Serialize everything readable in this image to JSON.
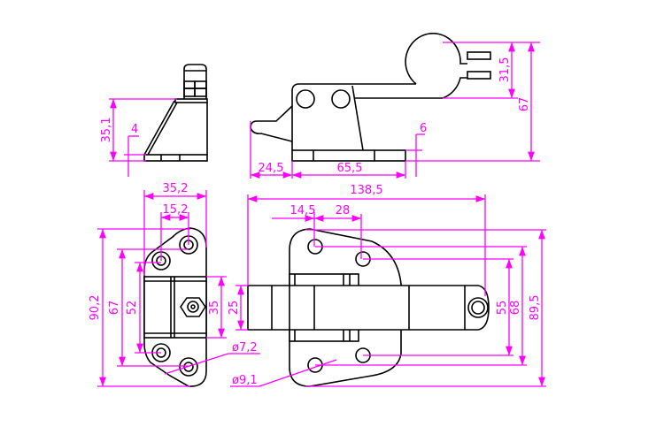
{
  "colors": {
    "dimension": "#ff00ff",
    "outline": "#000000"
  },
  "side_view": {
    "height": "35,1",
    "offset": "4"
  },
  "front_view": {
    "height_total": "67",
    "handle_ring": "31,5",
    "base_lip": "6",
    "nose_length": "24,5",
    "base_length": "65,5"
  },
  "end_view": {
    "width": "35,2",
    "hole_spacing": "15,2",
    "height_total": "90,2",
    "hole_pitch_outer": "67",
    "hole_pitch_inner": "52",
    "block_height": "35",
    "hole_diameter": "ø7,2"
  },
  "plan_view": {
    "overall_length": "138,5",
    "offset": "14,5",
    "hole_spacing": "28",
    "bar_width": "25",
    "hole_pitch_inner": "55",
    "hole_pitch_outer": "68",
    "plate_height": "89,5",
    "hole_diameter": "ø9,1"
  }
}
